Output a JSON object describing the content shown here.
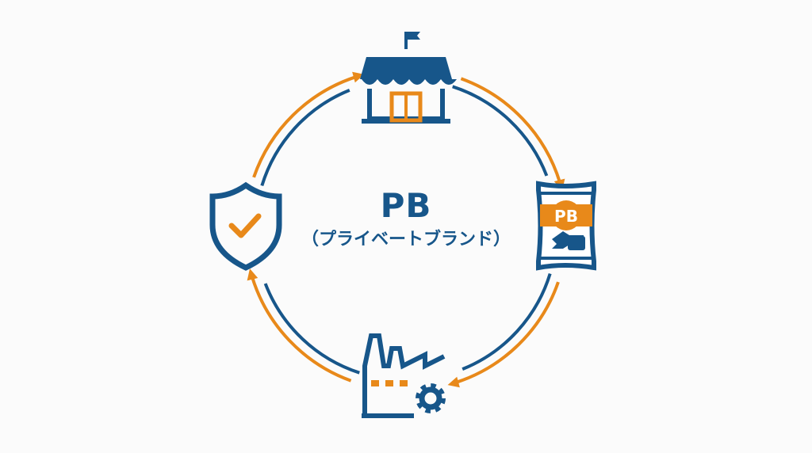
{
  "center": {
    "title": "PB",
    "subtitle": "（プライベートブランド）"
  },
  "bag_logo": "PB",
  "nodes": [
    "store",
    "private-brand-product",
    "factory",
    "quality-assurance"
  ],
  "colors": {
    "navy": "#17568a",
    "orange": "#e8891a",
    "background": "#fbfbfb"
  }
}
